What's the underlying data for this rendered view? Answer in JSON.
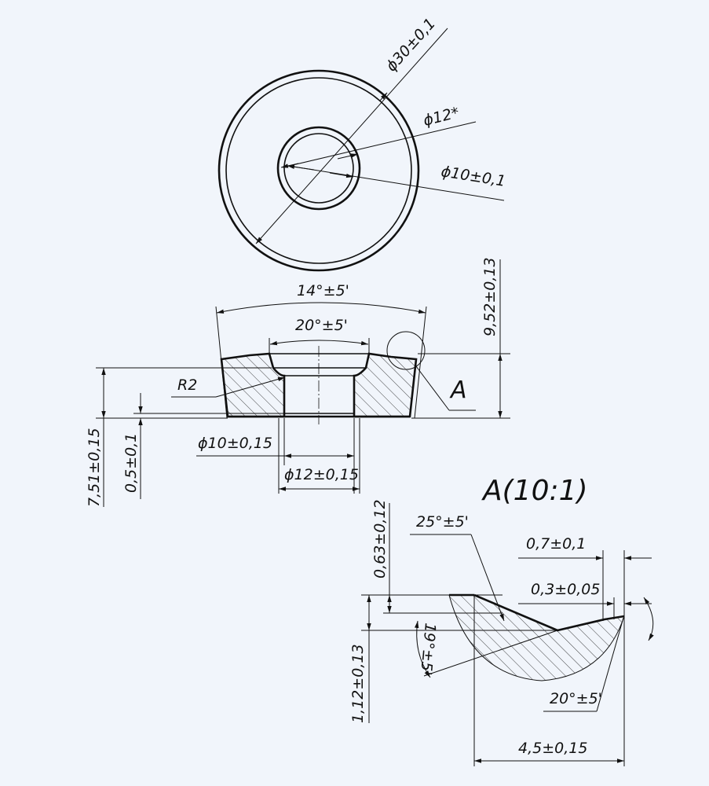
{
  "top_view": {
    "outer_diameter": "ϕ30±0,1",
    "bore_diameter": "ϕ12*",
    "hole_diameter": "ϕ10±0,1"
  },
  "section_view": {
    "outer_angle": "14°±5'",
    "inner_angle": "20°±5'",
    "radius": "R2",
    "detail_callout": "A",
    "total_height": "9,52±0,13",
    "base_height": "7,51±0,15",
    "step_height": "0,5±0,1",
    "hole_diameter": "ϕ10±0,15",
    "counterbore_diameter": "ϕ12±0,15"
  },
  "detail_view": {
    "title": "A(10:1)",
    "angle_25": "25°±5'",
    "width_07": "0,7±0,1",
    "width_03": "0,3±0,05",
    "depth_063": "0,63±0,12",
    "depth_112": "1,12±0,13",
    "angle_19": "19°±5'",
    "angle_20": "20°±5'",
    "width_45": "4,5±0,15"
  }
}
